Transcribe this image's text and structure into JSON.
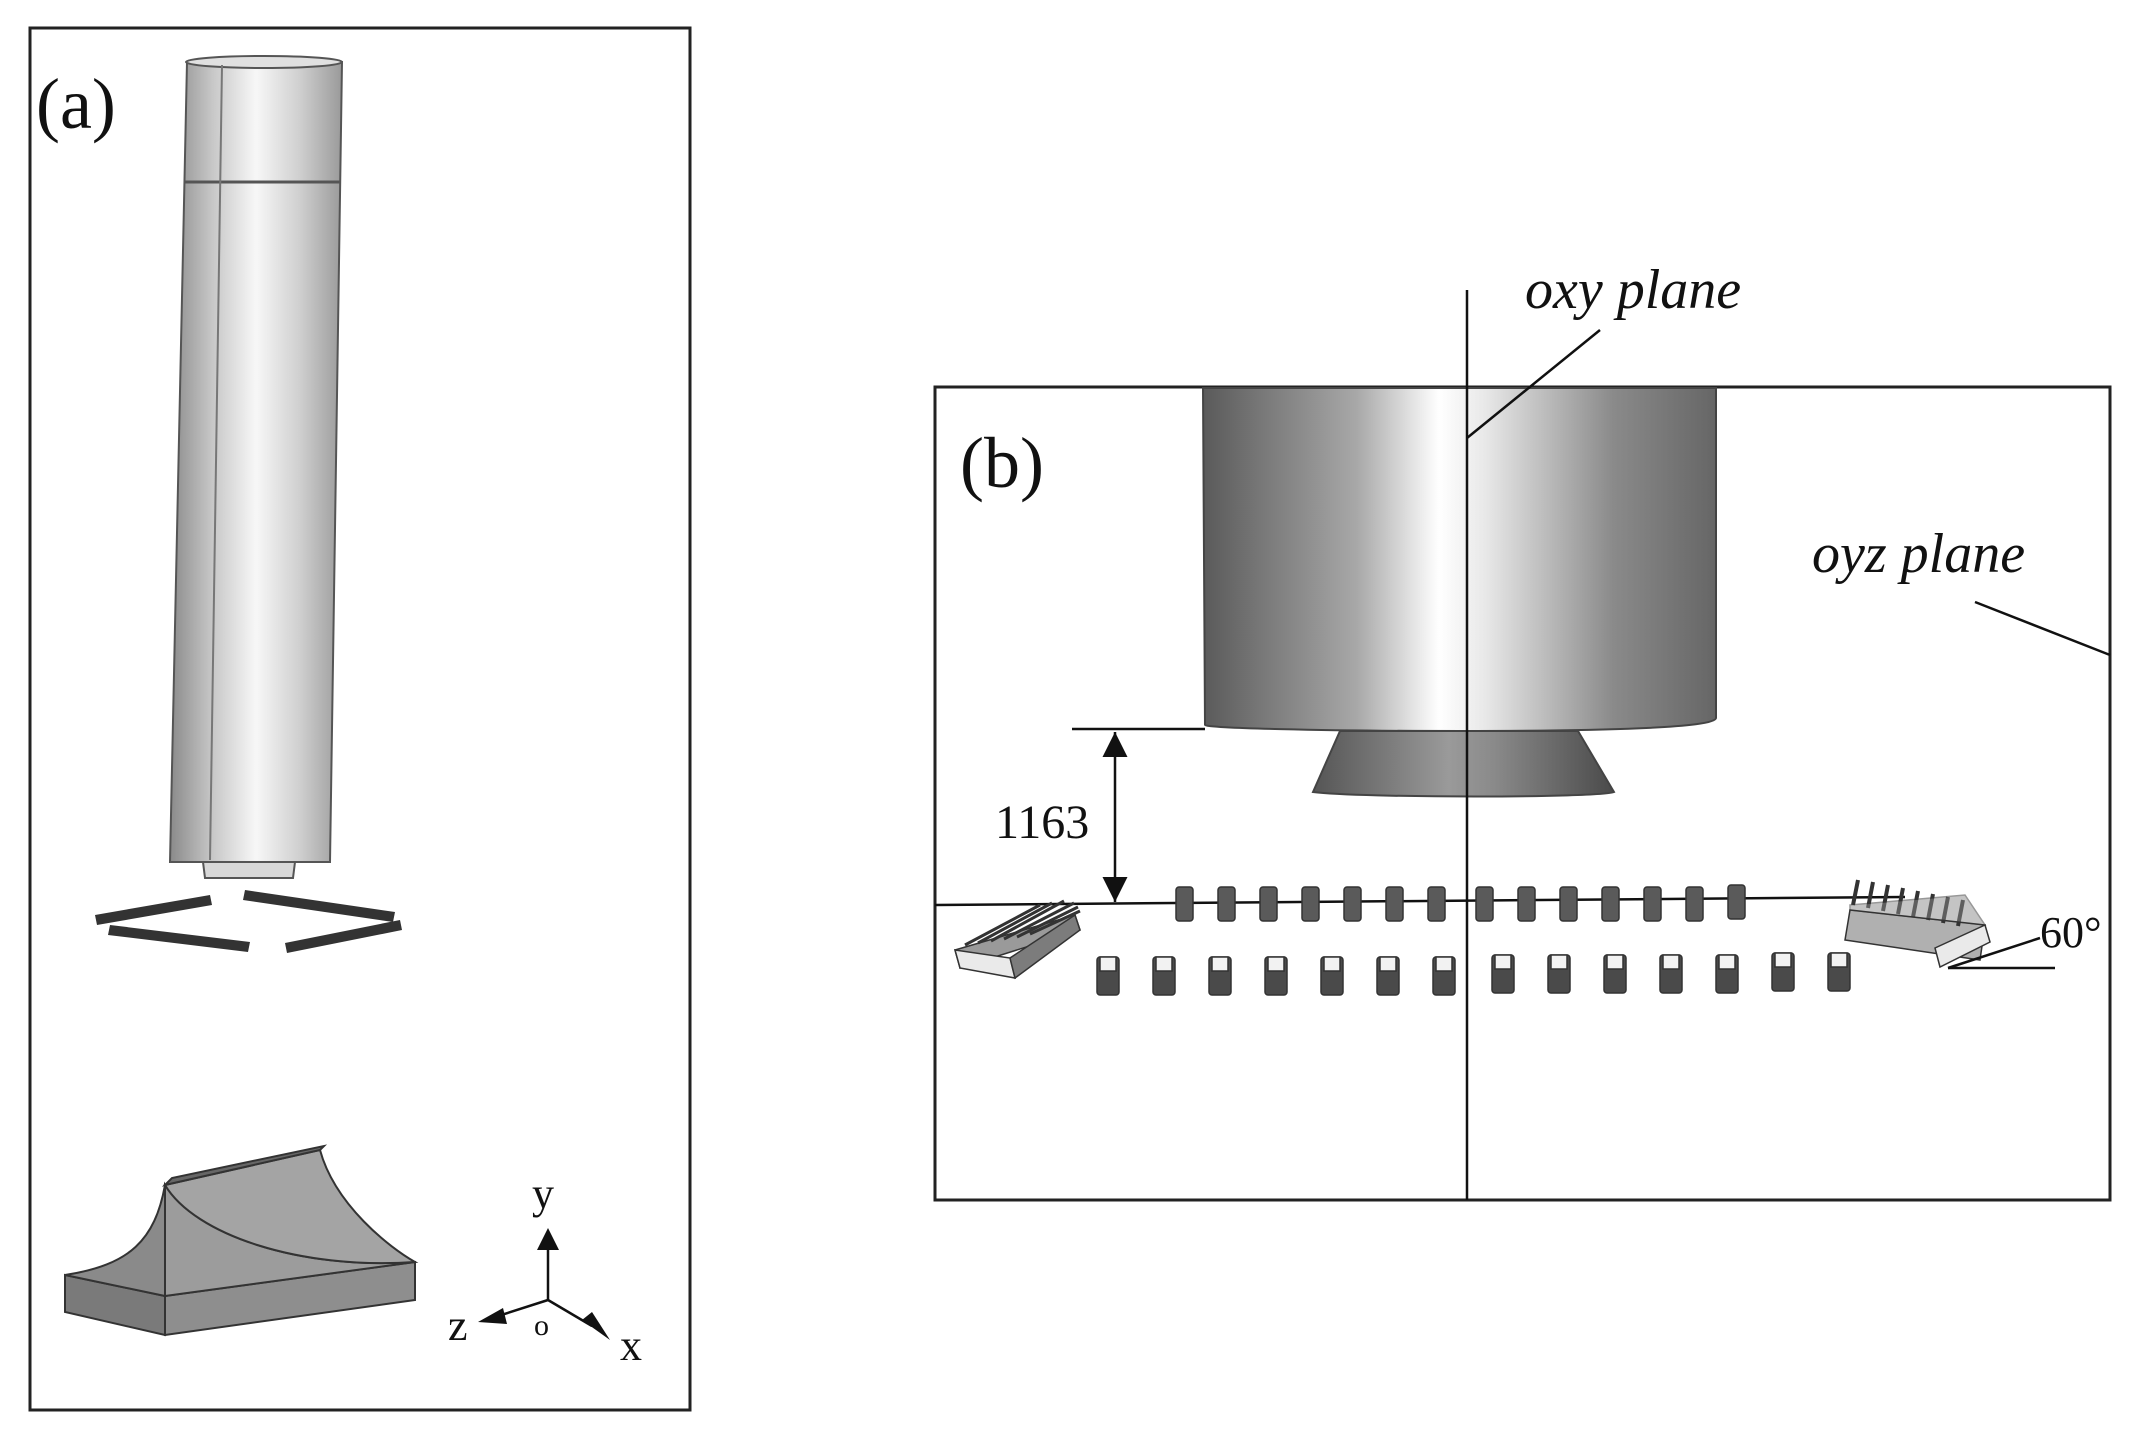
{
  "panel_a": {
    "label": "(a)",
    "axes": {
      "y": "y",
      "z": "z",
      "x": "x",
      "origin": "o"
    }
  },
  "panel_b": {
    "label": "(b)",
    "oxy_plane": "oxy plane",
    "oyz_plane": "oyz plane",
    "distance": "1163",
    "angle": "60°"
  }
}
